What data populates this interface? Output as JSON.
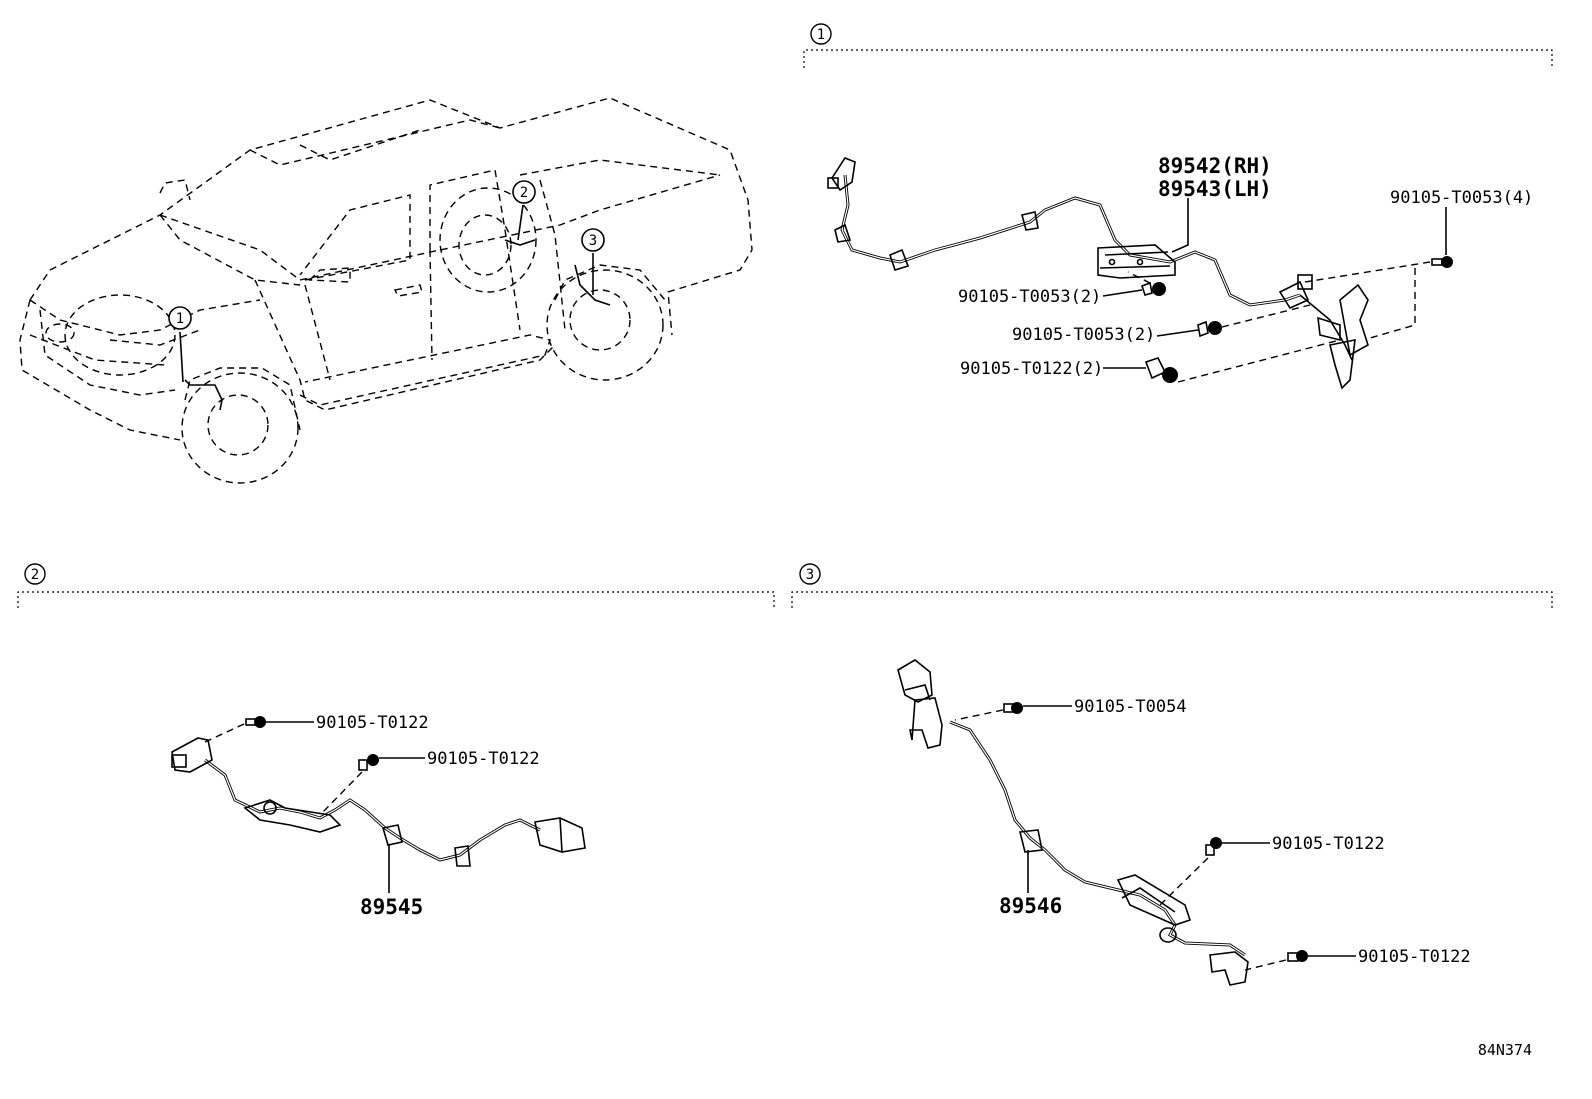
{
  "diagram_code": "84N374",
  "vehicle": {
    "callouts": [
      "1",
      "2",
      "3"
    ]
  },
  "section1": {
    "number": "1",
    "part_rh": "89542(RH)",
    "part_lh": "89543(LH)",
    "bolts": {
      "a": "90105-T0053(4)",
      "b": "90105-T0053(2)",
      "c": "90105-T0053(2)",
      "d": "90105-T0122(2)"
    }
  },
  "section2": {
    "number": "2",
    "part": "89545",
    "bolts": {
      "a": "90105-T0122",
      "b": "90105-T0122"
    }
  },
  "section3": {
    "number": "3",
    "part": "89546",
    "bolts": {
      "a": "90105-T0054",
      "b": "90105-T0122",
      "c": "90105-T0122"
    }
  }
}
